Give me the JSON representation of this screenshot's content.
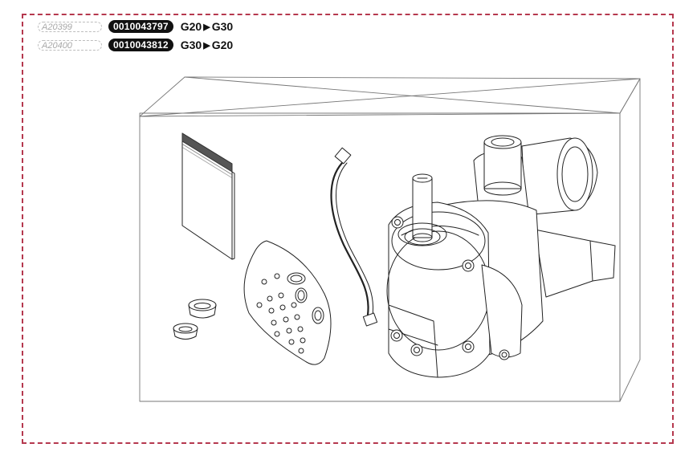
{
  "kits": [
    {
      "ref": "A20399",
      "part_number": "0010043797",
      "from_gas": "G20",
      "to_gas": "G30"
    },
    {
      "ref": "A20400",
      "part_number": "0010043812",
      "from_gas": "G30",
      "to_gas": "G20"
    }
  ],
  "colors": {
    "frame": "#b5384e",
    "line": "#222222",
    "box": "#777777",
    "badge": "#111111"
  },
  "icons": {
    "arrow": "right-triangle-arrow"
  }
}
